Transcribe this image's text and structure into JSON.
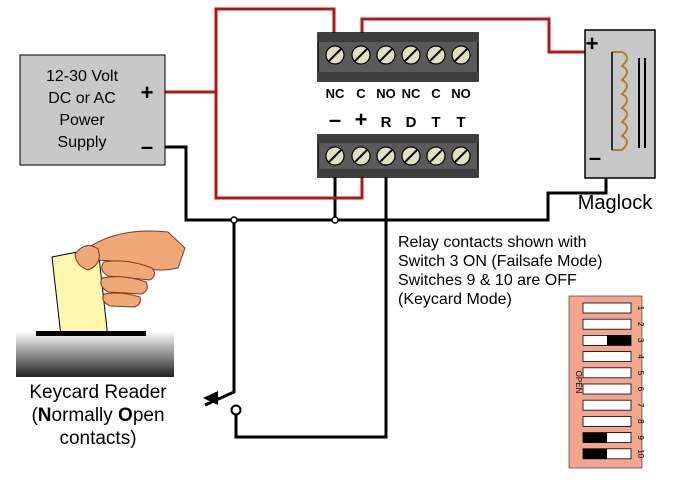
{
  "power_supply": {
    "lines": [
      "12-30 Volt",
      "DC or AC",
      "Power",
      "Supply"
    ],
    "plus": "+",
    "minus": "–"
  },
  "relay_terminals": [
    "NC",
    "C",
    "NO",
    "NC",
    "C",
    "NO"
  ],
  "input_terminals": [
    "–",
    "+",
    "R",
    "D",
    "T",
    "T"
  ],
  "maglock": {
    "label": "Maglock",
    "plus": "+",
    "minus": "–"
  },
  "note_lines": [
    "Relay contacts shown with",
    "Switch 3 ON (Failsafe Mode)",
    "Switches 9 & 10 are OFF",
    "(Keycard Mode)"
  ],
  "keycard": {
    "line1": "Keycard Reader",
    "line2_parts": [
      "(",
      "N",
      "ormally ",
      "O",
      "pen"
    ],
    "line3": "contacts)"
  },
  "dip_switch": {
    "side_label": "OPEN",
    "numbers": [
      "1",
      "2",
      "3",
      "4",
      "5",
      "6",
      "7",
      "8",
      "9",
      "10"
    ],
    "on": [
      false,
      false,
      true,
      false,
      false,
      false,
      false,
      false,
      false,
      false
    ],
    "off_marked": [
      false,
      false,
      false,
      false,
      false,
      false,
      false,
      false,
      true,
      true
    ]
  },
  "colors": {
    "wire_red": "#b01818",
    "wire_black": "#000000",
    "terminal_block": "#5a5a5a",
    "screw": "#e0e0c0",
    "power_box": "#c8c8c8",
    "dip_body": "#f4a58f",
    "card": "#fff7b0",
    "hand": "#f0a878"
  }
}
